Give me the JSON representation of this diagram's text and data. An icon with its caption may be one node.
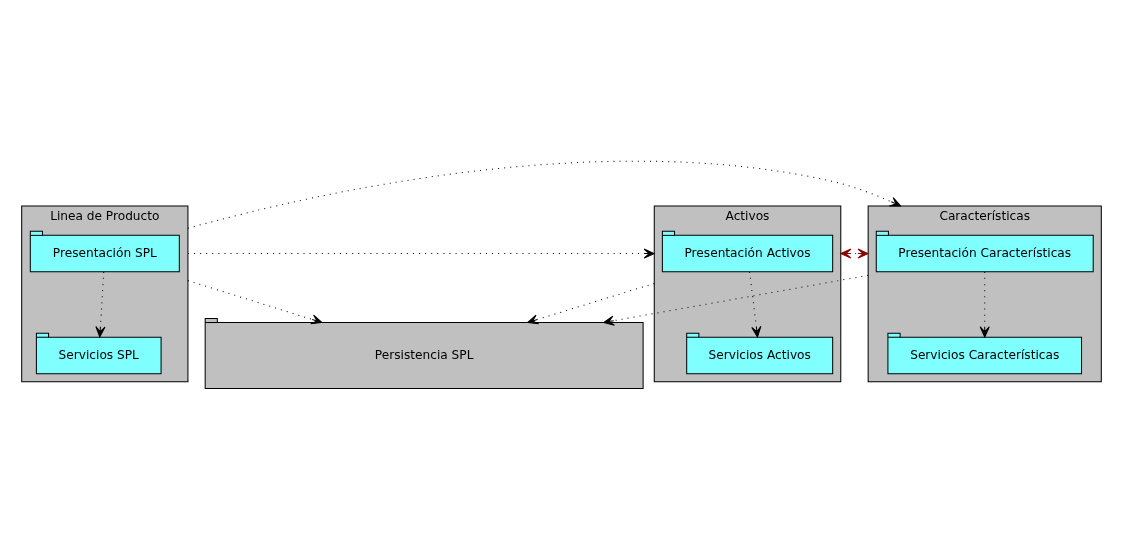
{
  "diagram": {
    "nodes": [
      {
        "text": [
          "Linea de Producto"
        ]
      },
      {
        "text": [
          "Presentación SPL"
        ],
        "in": 0
      },
      {
        "text": [
          "Servicios SPL"
        ],
        "in": 0
      },
      {
        "text": [
          "Activos"
        ]
      },
      {
        "text": [
          "Presentación Activos"
        ],
        "in": 3
      },
      {
        "text": [
          "Servicios Activos"
        ],
        "in": 3
      },
      {
        "text": [
          "Características"
        ]
      },
      {
        "text": [
          "Presentación Características"
        ],
        "in": 6
      },
      {
        "text": [
          "Servicios Características"
        ],
        "in": 6
      },
      {
        "text": [
          "Persistencia SPL"
        ]
      }
    ],
    "edges": [
      {
        "from": 0,
        "to": 6,
        "arrow": "to",
        "style": "dashed"
      },
      {
        "from": 1,
        "to": 2,
        "arrow": "to",
        "style": "dashed"
      },
      {
        "from": 0,
        "to": 3,
        "arrow": "to",
        "style": "dashed"
      },
      {
        "from": 4,
        "to": 5,
        "arrow": "to",
        "style": "dashed"
      },
      {
        "from": 3,
        "to": 6,
        "arrow": "both",
        "style": "dashed",
        "color": "#8b0000"
      },
      {
        "from": 7,
        "to": 8,
        "arrow": "to",
        "style": "dashed"
      },
      {
        "from": 0,
        "to": 9,
        "arrow": "to",
        "style": "dashed"
      },
      {
        "from": 3,
        "to": 9,
        "arrow": "to",
        "style": "dashed"
      },
      {
        "from": 6,
        "to": 9,
        "arrow": "to",
        "style": "dashed"
      }
    ]
  }
}
